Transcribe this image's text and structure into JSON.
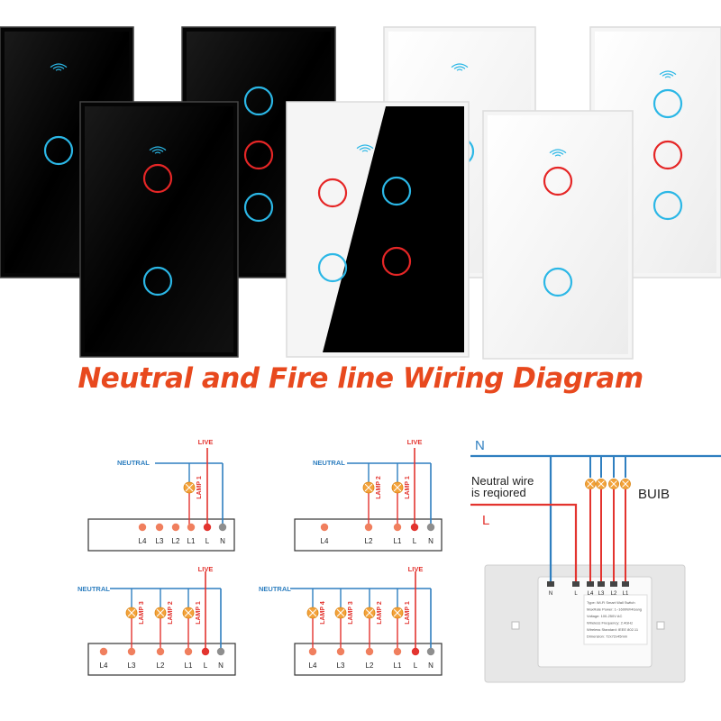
{
  "title": "Neutral and Fire line Wiring Diagram",
  "colors": {
    "accent_title": "#e8491e",
    "neutral_wire": "#2f7fc0",
    "live_wire": "#e3342f",
    "lamp": "#f3a23a",
    "led_blue": "#2bb7e6",
    "led_red": "#e52626",
    "panel_black": "#050505",
    "panel_white": "#f5f5f5"
  },
  "switches": [
    {
      "name": "switch-black-1gang-back",
      "color": "black",
      "buttons": [
        "blue"
      ]
    },
    {
      "name": "switch-black-3gang-back",
      "color": "black",
      "buttons": [
        "blue",
        "red",
        "blue"
      ]
    },
    {
      "name": "switch-white-1gang-back",
      "color": "white",
      "buttons": [
        "blue"
      ]
    },
    {
      "name": "switch-white-3gang-back",
      "color": "white",
      "buttons": [
        "blue",
        "red",
        "blue"
      ]
    },
    {
      "name": "switch-black-2gang-front",
      "color": "black",
      "buttons": [
        "red",
        "blue"
      ]
    },
    {
      "name": "switch-split-4gang-front",
      "color": "split",
      "buttons": [
        "red",
        "blue",
        "blue",
        "red"
      ]
    },
    {
      "name": "switch-white-2gang-front",
      "color": "white",
      "buttons": [
        "red",
        "blue"
      ]
    }
  ],
  "diagrams": [
    {
      "id": "one-gang",
      "neutral_label": "NEUTRAL",
      "live_label": "LIVE",
      "lamps": [
        "LAMP 1"
      ],
      "active_terminals": [
        "L1"
      ],
      "terminals": [
        "L4",
        "L3",
        "L2",
        "L1",
        "L",
        "N"
      ]
    },
    {
      "id": "two-gang",
      "neutral_label": "NEUTRAL",
      "live_label": "LIVE",
      "lamps": [
        "LAMP 2",
        "LAMP 1"
      ],
      "active_terminals": [
        "L2",
        "L1"
      ],
      "terminals": [
        "L4",
        "L2",
        "L1",
        "L",
        "N"
      ]
    },
    {
      "id": "three-gang",
      "neutral_label": "NEUTRAL",
      "live_label": "LIVE",
      "lamps": [
        "LAMP 3",
        "LAMP 2",
        "LAMP 1"
      ],
      "active_terminals": [
        "L3",
        "L2",
        "L1"
      ],
      "terminals": [
        "L4",
        "L3",
        "L2",
        "L1",
        "L",
        "N"
      ]
    },
    {
      "id": "four-gang",
      "neutral_label": "NEUTRAL",
      "live_label": "LIVE",
      "lamps": [
        "LAMP 4",
        "LAMP 3",
        "LAMP 2",
        "LAMP 1"
      ],
      "active_terminals": [
        "L4",
        "L3",
        "L2",
        "L1"
      ],
      "terminals": [
        "L4",
        "L3",
        "L2",
        "L1",
        "L",
        "N"
      ]
    }
  ],
  "photo_diagram": {
    "n_label": "N",
    "l_label": "L",
    "neutral_note_line1": "Neutral wire",
    "neutral_note_line2": "is reqiored",
    "bulb_label": "BUIB",
    "module_terminals": [
      "N",
      "L",
      "L4",
      "L3",
      "L2",
      "L1"
    ],
    "module_label_lines": [
      "Type: Wi-Fi Smart Wall Switch",
      "MaxRate Power: 1~1600W/4Gang",
      "Voltage: 100-250V AC",
      "Wireless Frequency: 2.4GHz",
      "Wireless Standard: IEEE 802.11",
      "Dimension: 72x72x45mm"
    ]
  }
}
